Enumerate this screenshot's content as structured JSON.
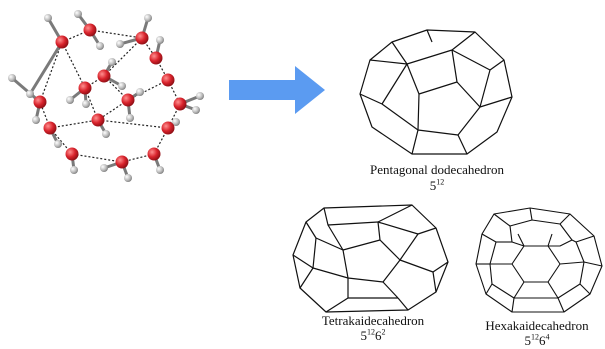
{
  "arrow": {
    "color": "#5b9bf1"
  },
  "molecule": {
    "colors": {
      "oxygen": "#d8222b",
      "hydrogen": "#bcbcbc",
      "bond": "#7a7a7a",
      "hbond": "#222222"
    }
  },
  "polyhedra": [
    {
      "id": "dodeca",
      "name": "Pentagonal dodecahedron",
      "formula": {
        "base1": "5",
        "exp1": "12",
        "base2": "",
        "exp2": ""
      }
    },
    {
      "id": "tetra",
      "name": "Tetrakaidecahedron",
      "formula": {
        "base1": "5",
        "exp1": "12",
        "base2": "6",
        "exp2": "2"
      }
    },
    {
      "id": "hexa",
      "name": "Hexakaidecahedron",
      "formula": {
        "base1": "5",
        "exp1": "12",
        "base2": "6",
        "exp2": "4"
      }
    }
  ]
}
